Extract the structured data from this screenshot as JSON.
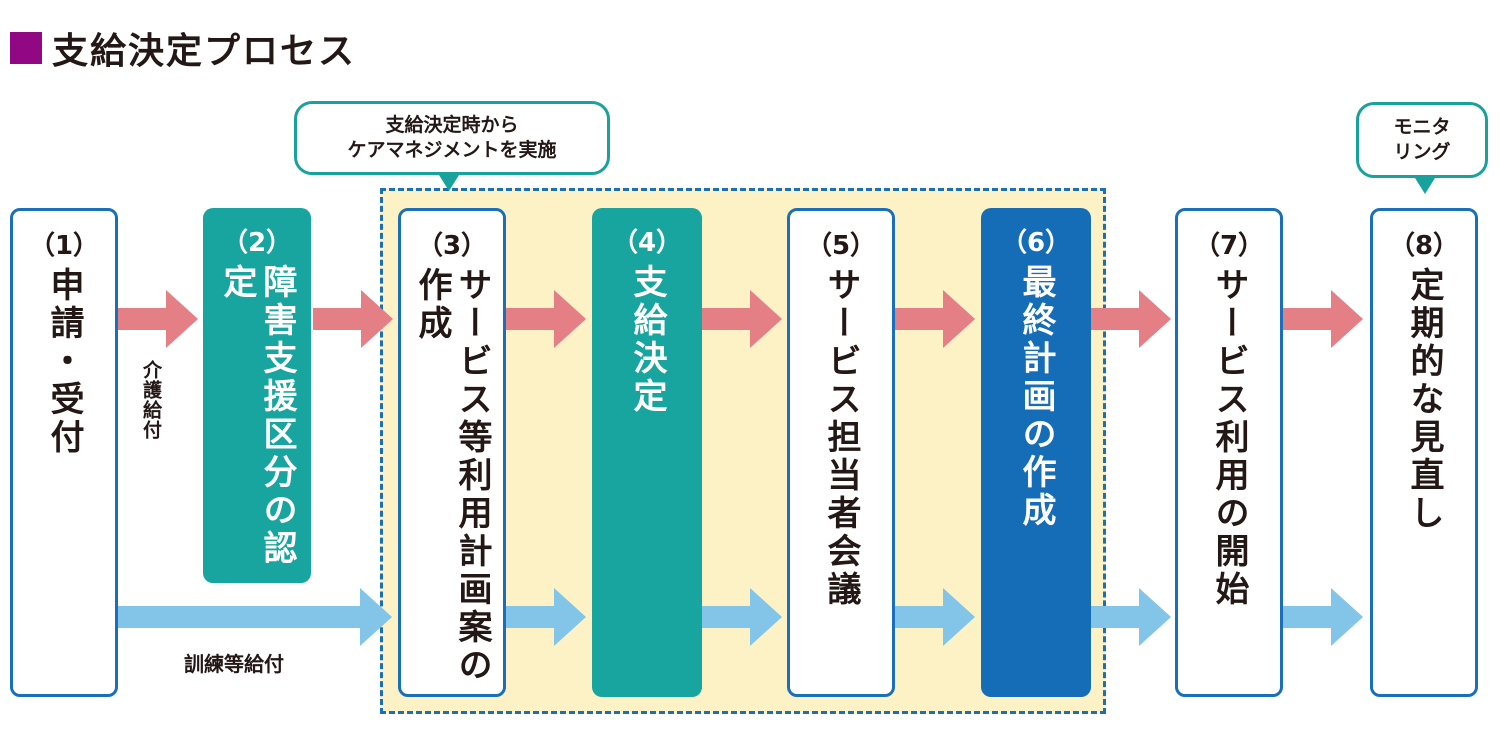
{
  "title": {
    "text": "支給決定プロセス",
    "marker_color": "#920783"
  },
  "zone": {
    "fill": "#fdf1c6",
    "border_color": "#1a6fba"
  },
  "callouts": [
    {
      "id": "care-management",
      "lines": [
        "支給決定時から",
        "ケアマネジメントを実施"
      ]
    },
    {
      "id": "monitoring",
      "lines": [
        "モニタ",
        "リング"
      ]
    }
  ],
  "steps": [
    {
      "num": "（1）",
      "label": "申請・受付",
      "style": "white"
    },
    {
      "num": "（2）",
      "label": "障害支援区分の認定",
      "style": "teal"
    },
    {
      "num": "（3）",
      "label": "サービス等利用計画案の作成",
      "style": "white"
    },
    {
      "num": "（4）",
      "label": "支給決定",
      "style": "teal"
    },
    {
      "num": "（5）",
      "label": "サービス担当者会議",
      "style": "white"
    },
    {
      "num": "（6）",
      "label": "最終計画の作成",
      "style": "blue"
    },
    {
      "num": "（7）",
      "label": "サービス利用の開始",
      "style": "white"
    },
    {
      "num": "（8）",
      "label": "定期的な見直し",
      "style": "white"
    }
  ],
  "flows": {
    "care_benefit": {
      "label": "介護給付",
      "color": "#e47f86"
    },
    "training_benefit": {
      "label": "訓練等給付",
      "color": "#82c5e8"
    }
  },
  "colors": {
    "teal": "#18a49f",
    "blue": "#146db6",
    "outline": "#1a6fba",
    "callout_border": "#19a29d"
  }
}
